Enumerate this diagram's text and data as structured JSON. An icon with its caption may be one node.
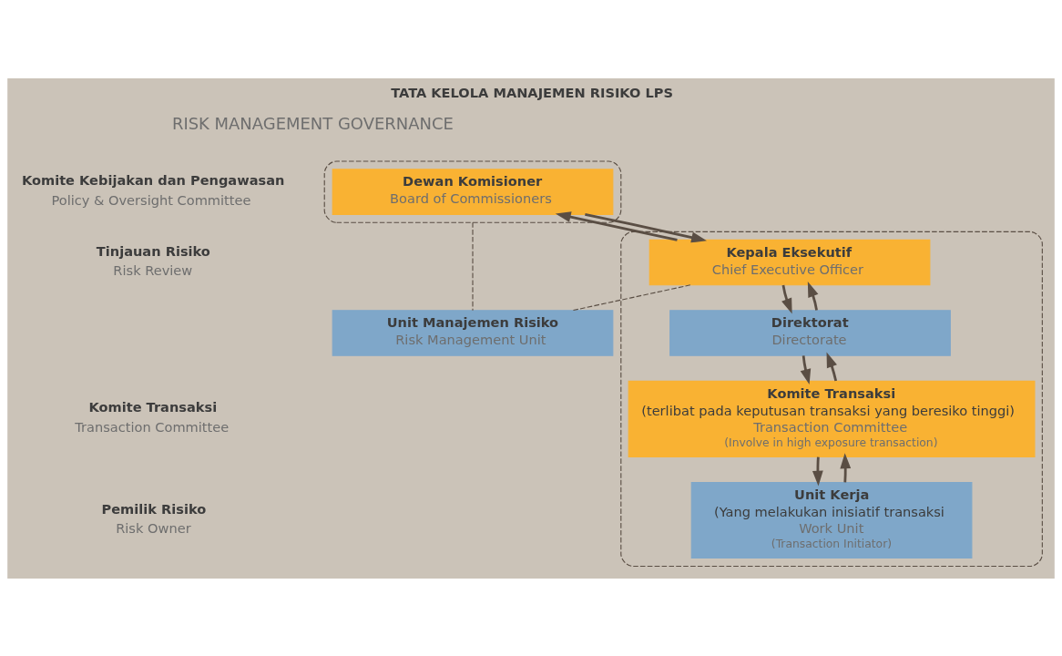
{
  "diagram": {
    "title": "TATA KELOLA MANAJEMEN RISIKO LPS",
    "nodes": [
      {
        "text": [],
        "shape": "box"
      },
      {
        "text": [
          "Dewan Komisioner",
          "Board of Commissioners"
        ],
        "in": 0
      },
      {
        "text": [],
        "shape": "box"
      },
      {
        "text": [
          "Kepala Eksekutif",
          "Chief Executive Officer"
        ],
        "in": 2
      },
      {
        "text": [
          "Direktorat",
          "Directorate"
        ],
        "in": 2
      },
      {
        "text": [
          "Komite Transaksi",
          "(terlibat pada keputusan transaksi yang beresiko tinggi)",
          "Transaction Committee",
          "(Involve in high exposure transaction)"
        ],
        "in": 2
      },
      {
        "text": [
          "Unit Kerja",
          "(Yang melakukan inisiatif transaksi",
          "Work Unit",
          "(Transaction Initiator)"
        ],
        "in": 2
      },
      {
        "text": [
          "Unit Manajemen Risiko",
          "Risk Management Unit"
        ]
      }
    ],
    "edges": [
      {
        "from": 3,
        "to": 1,
        "arrow": "to"
      },
      {
        "from": 1,
        "to": 3,
        "arrow": "to"
      },
      {
        "from": 4,
        "to": 3,
        "arrow": "to"
      },
      {
        "from": 3,
        "to": 4,
        "arrow": "to"
      },
      {
        "from": 5,
        "to": 4,
        "arrow": "to"
      },
      {
        "from": 4,
        "to": 5,
        "arrow": "to"
      },
      {
        "from": 6,
        "to": 5,
        "arrow": "to"
      },
      {
        "from": 5,
        "to": 6,
        "arrow": "to"
      },
      {
        "from": 0,
        "to": 7,
        "arrow": "none",
        "style": "dashed"
      },
      {
        "from": 3,
        "to": 7,
        "arrow": "none",
        "style": "dashed"
      }
    ],
    "labels": [
      "RISK MANAGEMENT GOVERNANCE",
      "Komite Kebijakan dan Pengawasan",
      "Policy & Oversight Committee",
      "Tinjauan Risiko",
      "Risk Review",
      "Komite Transaksi",
      "Transaction Committee",
      "Pemilik Risiko",
      "Risk Owner"
    ]
  }
}
